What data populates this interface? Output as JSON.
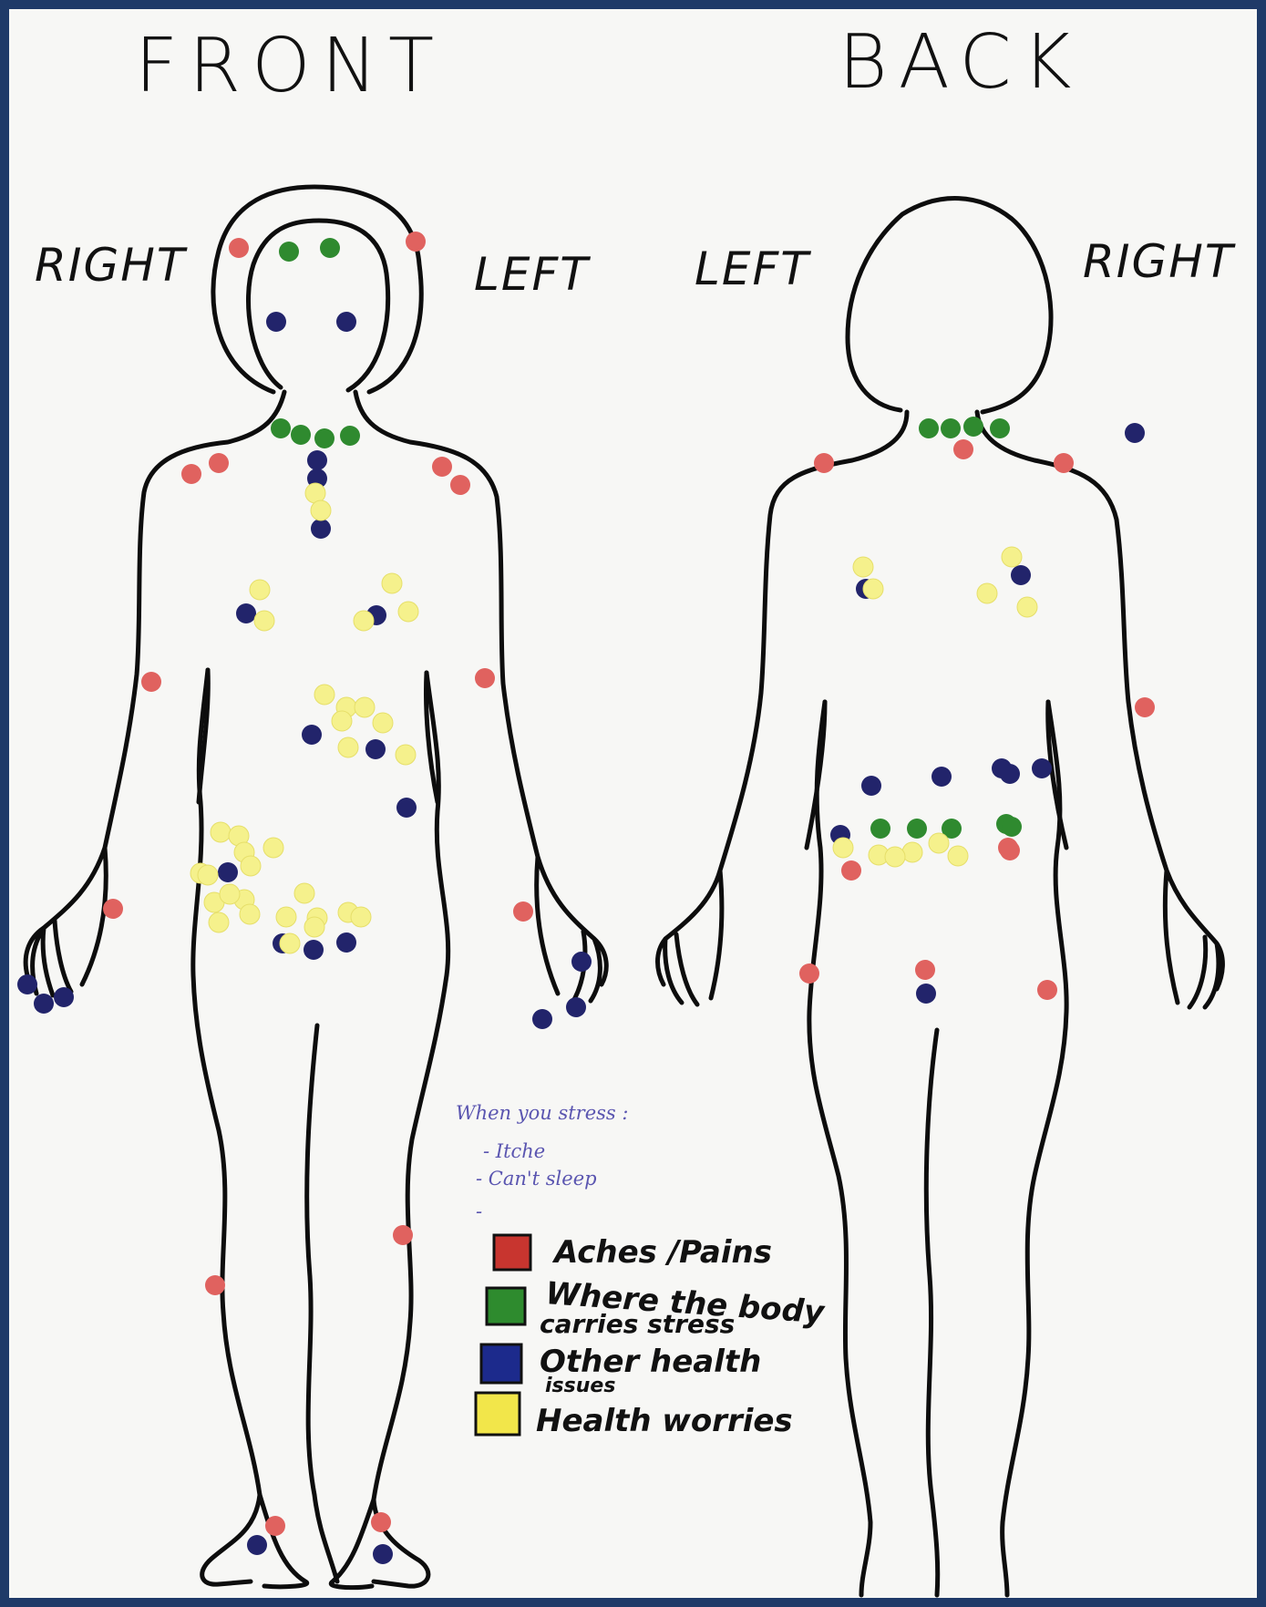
{
  "headings": {
    "front": "FRONT",
    "back": "BACK",
    "front_right": "RIGHT",
    "front_left": "LEFT",
    "back_left": "LEFT",
    "back_right": "RIGHT"
  },
  "note": {
    "title": "When you stress :",
    "items": [
      "- Itche",
      "- Can't sleep",
      "-"
    ]
  },
  "legend": [
    {
      "key": "aches",
      "label_lines": [
        "Aches /Pains"
      ],
      "color": "#c8352f"
    },
    {
      "key": "stress",
      "label_lines": [
        "Where the body",
        "carries stress"
      ],
      "color": "#2e8b2e"
    },
    {
      "key": "other",
      "label_lines": [
        "Other health",
        "issues"
      ],
      "color": "#1c2a8c"
    },
    {
      "key": "worries",
      "label_lines": [
        "Health worries"
      ],
      "color": "#f2e64a"
    }
  ],
  "dot_colors": {
    "red": "#e0625f",
    "green": "#2f8a2f",
    "blue": "#22246b",
    "yellow": "#f5f18c"
  },
  "dot_counts_front": {
    "red": 14,
    "green": 6,
    "blue": 22,
    "yellow": 33
  },
  "dot_counts_back": {
    "red": 10,
    "green": 9,
    "blue": 10,
    "yellow": 11
  }
}
